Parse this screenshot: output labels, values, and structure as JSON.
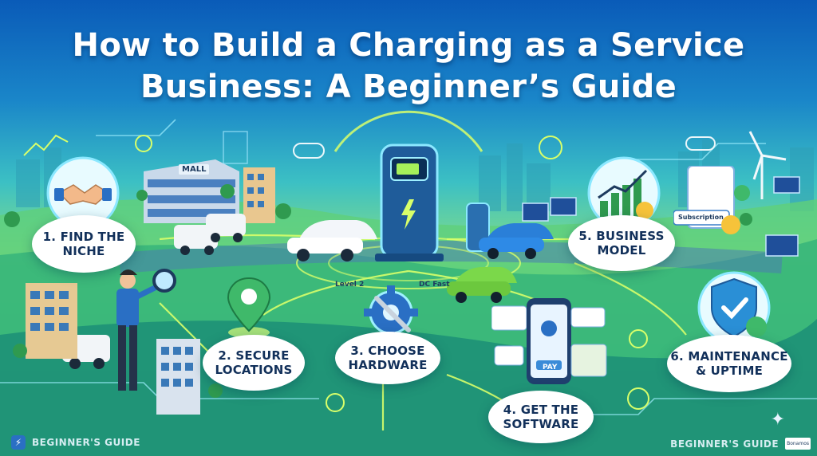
{
  "title": {
    "line1": "How to Build a Charging as a Service",
    "line2": "Business: A Beginner’s Guide"
  },
  "steps": [
    {
      "label": "1. FIND THE\nNICHE",
      "icon": "handshake-icon"
    },
    {
      "label": "2. SECURE\nLOCATIONS",
      "icon": "location-pin-icon"
    },
    {
      "label": "3. CHOOSE\nHARDWARE",
      "icon": "gear-wrench-icon"
    },
    {
      "label": "4. GET THE\nSOFTWARE",
      "icon": "phone-app-icon"
    },
    {
      "label": "5. BUSINESS\nMODEL",
      "icon": "growth-chart-icon"
    },
    {
      "label": "6. MAINTENANCE\n& UPTIME",
      "icon": "shield-check-icon"
    }
  ],
  "scene_labels": {
    "mall": "MALL",
    "level2": "Level 2",
    "dc_fast": "DC Fast",
    "subscription": "Subscription",
    "pay": "PAY"
  },
  "footer": {
    "left": "BEGINNER'S GUIDE",
    "right": "BEGINNER'S GUIDE",
    "right_badge": "Bonamos"
  },
  "colors": {
    "sky_top": "#0a5bb8",
    "grass": "#3fb96a",
    "glow": "#d8ff6a",
    "label_text": "#12305a"
  }
}
